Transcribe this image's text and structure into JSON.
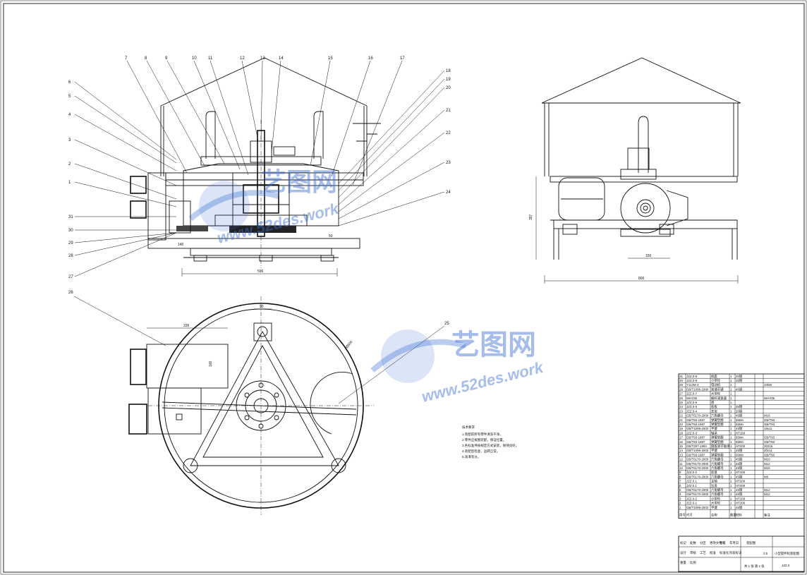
{
  "front_view": {
    "part_labels_top": [
      "7",
      "8",
      "9",
      "10",
      "11",
      "12",
      "13",
      "14",
      "15",
      "16",
      "17"
    ],
    "part_labels_left": [
      "6",
      "5",
      "4",
      "3",
      "2",
      "1",
      "31",
      "30",
      "29",
      "28",
      "27"
    ],
    "part_labels_right": [
      "18",
      "19",
      "20",
      "21",
      "22",
      "23",
      "24"
    ],
    "dim_width": "596",
    "dim_base": "140",
    "dim_small": "50"
  },
  "side_view": {
    "dim_width": "800",
    "dim_height": "397",
    "dim_motor": "150"
  },
  "top_view": {
    "leader_left": "26",
    "leader_right": "25",
    "dim_top": "90",
    "dim_arm": "336",
    "dim_side": "100",
    "dim_dia": "Ø800"
  },
  "notes": {
    "title": "技术要求",
    "lines": [
      "1.装配前所有零件清洗干净。",
      "2.零件应按图装配，保证位置。",
      "3.各标准件按规定方式安装，保持良好。",
      "4.装配后检查，运转正常。",
      "5.润滑充分。"
    ]
  },
  "bom": {
    "rows": [
      {
        "no": "31",
        "code": "JZZ.0-9",
        "name": "机座",
        "qty": "1",
        "mat": "20钢",
        "extra": ""
      },
      {
        "no": "30",
        "code": "JZZ.0-8",
        "name": "小带轮",
        "qty": "1",
        "mat": "20钢",
        "extra": ""
      },
      {
        "no": "29",
        "code": "Y112M-4",
        "name": "电动机",
        "qty": "1",
        "mat": "",
        "extra": "10kW"
      },
      {
        "no": "28",
        "code": "GB/T1096-1990",
        "name": "普通平键",
        "qty": "1",
        "mat": "45钢",
        "extra": ""
      },
      {
        "no": "27",
        "code": "JZZ.0-7",
        "name": "大带轮",
        "qty": "1",
        "mat": "",
        "extra": ""
      },
      {
        "no": "26",
        "code": "WHX36",
        "name": "蜗杆减速器",
        "qty": "1",
        "mat": "",
        "extra": "WHX36"
      },
      {
        "no": "25",
        "code": "JZZ.0-6",
        "name": "盘",
        "qty": "1",
        "mat": "",
        "extra": ""
      },
      {
        "no": "24",
        "code": "JZZ.0-5",
        "name": "底板",
        "qty": "1",
        "mat": "35钢",
        "extra": ""
      },
      {
        "no": "23",
        "code": "JZZ.0-4",
        "name": "支架",
        "qty": "1",
        "mat": "20钢",
        "extra": ""
      },
      {
        "no": "22",
        "code": "GB/T6170-2000",
        "name": "六角螺母",
        "qty": "1",
        "mat": "45钢",
        "extra": "M16"
      },
      {
        "no": "21",
        "code": "GB/T93-1987",
        "name": "弹簧垫圈",
        "qty": "1",
        "mat": "65Mn",
        "extra": "GB/T93"
      },
      {
        "no": "20",
        "code": "GB/T93-1987",
        "name": "弹簧垫圈",
        "qty": "1",
        "mat": "65Mn",
        "extra": "GB/T93"
      },
      {
        "no": "19",
        "code": "GB/T1096-2003",
        "name": "平键",
        "qty": "1",
        "mat": "45钢",
        "extra": "18x11"
      },
      {
        "no": "18",
        "code": "JZZ.0-3",
        "name": "轴承",
        "qty": "1",
        "mat": "HT150",
        "extra": ""
      },
      {
        "no": "17",
        "code": "GB/T93-1987",
        "name": "弹簧垫圈",
        "qty": "1",
        "mat": "65Mn",
        "extra": "GB/T93"
      },
      {
        "no": "16",
        "code": "GB/T93-1987",
        "name": "弹簧垫圈",
        "qty": "1",
        "mat": "65Mn",
        "extra": "GB/T93"
      },
      {
        "no": "15",
        "code": "GB/T297-1994",
        "name": "圆锥滚子轴承",
        "qty": "1",
        "mat": "HT200",
        "extra": "30216"
      },
      {
        "no": "14",
        "code": "GB/T1096-2003",
        "name": "平键",
        "qty": "1",
        "mat": "45钢",
        "extra": "20x11"
      },
      {
        "no": "13",
        "code": "GB/T93-1987",
        "name": "弹簧垫圈",
        "qty": "1",
        "mat": "65Mn",
        "extra": "GB/T93"
      },
      {
        "no": "12",
        "code": "GB/T6170-2000",
        "name": "六角螺母",
        "qty": "1",
        "mat": "45钢",
        "extra": "M10"
      },
      {
        "no": "11",
        "code": "GB/T6170-2000",
        "name": "六角螺母",
        "qty": "1",
        "mat": "45钢",
        "extra": "M12"
      },
      {
        "no": "10",
        "code": "GB/T6170-2000",
        "name": "六角螺母",
        "qty": "1",
        "mat": "45钢",
        "extra": "M16"
      },
      {
        "no": "9",
        "code": "JZZ.0-2",
        "name": "底盘",
        "qty": "1",
        "mat": "HT200",
        "extra": ""
      },
      {
        "no": "8",
        "code": "GB/T6170-2000",
        "name": "六角螺母",
        "qty": "1",
        "mat": "45钢",
        "extra": "M6"
      },
      {
        "no": "7",
        "code": "JZZ.0.1",
        "name": "主轴",
        "qty": "1",
        "mat": "HT200",
        "extra": ""
      },
      {
        "no": "6",
        "code": "JZZ.0.1",
        "name": "压盖",
        "qty": "1",
        "mat": "HT200",
        "extra": ""
      },
      {
        "no": "5",
        "code": "GB/T6170-2000",
        "name": "六角螺母",
        "qty": "1",
        "mat": "45钢",
        "extra": "M12"
      },
      {
        "no": "4",
        "code": "GB/T6170-2000",
        "name": "六角螺母",
        "qty": "1",
        "mat": "45钢",
        "extra": "M12"
      },
      {
        "no": "3",
        "code": "JZZ.0-2",
        "name": "小带轮",
        "qty": "1",
        "mat": "HT200",
        "extra": ""
      },
      {
        "no": "2",
        "code": "JZZ.0-1",
        "name": "大带轮",
        "qty": "1",
        "mat": "HT200",
        "extra": ""
      },
      {
        "no": "1",
        "code": "GB/T1096-2003",
        "name": "平键",
        "qty": "1",
        "mat": "45钢",
        "extra": ""
      }
    ],
    "header": {
      "no": "序号",
      "code": "代号",
      "name": "名称",
      "qty": "数量",
      "mat": "材料",
      "extra": "备注"
    }
  },
  "title_block": {
    "drawing_title": "装配图",
    "drawing_code": "JZZ.0",
    "product_name": "小型搅拌机装配图",
    "scale": "1:5",
    "sheet": "共 1 张  第 1 张",
    "labels": [
      "标记",
      "处数",
      "分区",
      "更改文件号",
      "签名",
      "年月日",
      "设计",
      "审核",
      "工艺",
      "批准",
      "标准化",
      "阶段标记",
      "重量",
      "比例"
    ]
  },
  "watermark": {
    "brand_top": "艺图网",
    "url_top": "www.52des.work",
    "brand_bottom": "艺图网",
    "url_bottom": "www.52des.work",
    "color": "#3b6fd0"
  }
}
